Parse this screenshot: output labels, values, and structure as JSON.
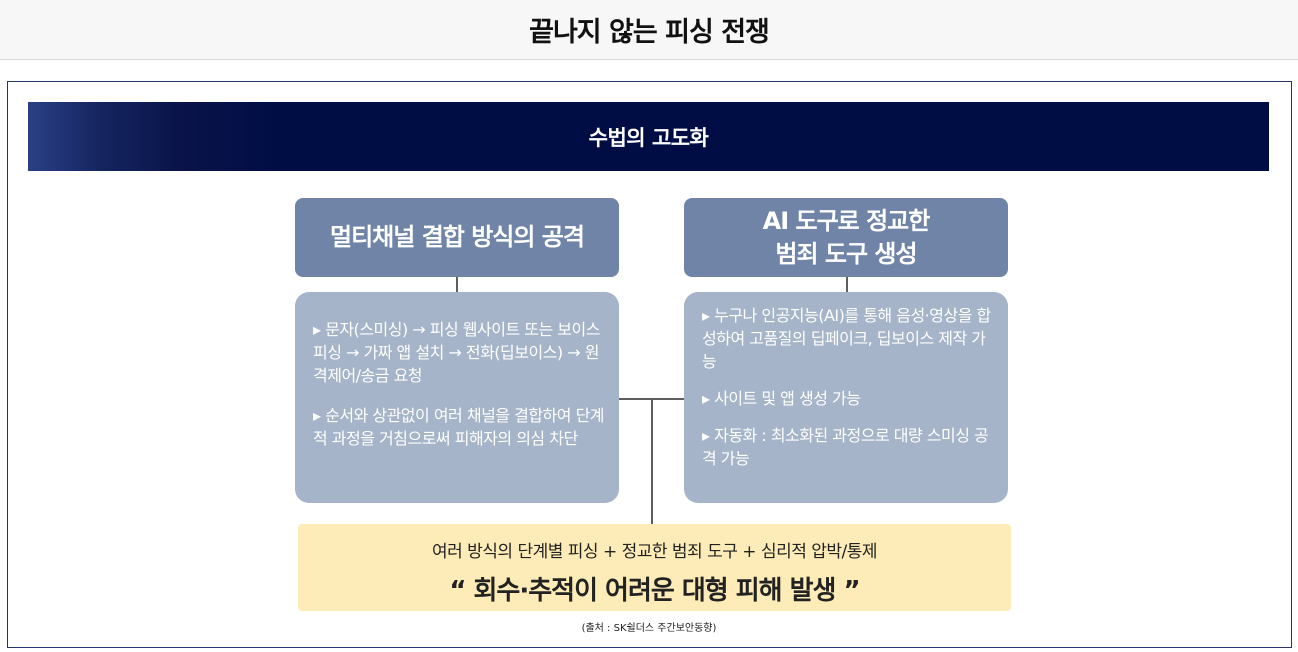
{
  "header": {
    "title": "끝나지 않는 피싱 전쟁"
  },
  "banner": {
    "title": "수법의 고도화"
  },
  "left": {
    "title": "멀티채널 결합 방식의 공격",
    "items": [
      "▸  문자(스미싱) → 피싱 웹사이트 또는 보이스피싱 → 가짜 앱 설치 → 전화(딥보이스) → 원격제어/송금 요청",
      "▸ 순서와 상관없이 여러 채널을 결합하여 단계적 과정을 거침으로써 피해자의 의심 차단"
    ]
  },
  "right": {
    "title_line1": "AI 도구로 정교한",
    "title_line2": "범죄 도구 생성",
    "items": [
      "▸ 누구나 인공지능(AI)를 통해 음성·영상을 합성하여 고품질의 딥페이크, 딥보이스 제작 가능",
      "▸ 사이트 및 앱 생성 가능",
      "▸ 자동화 : 최소화된 과정으로 대량 스미싱 공격 가능"
    ]
  },
  "summary": {
    "line1": "여러 방식의 단계별 피싱 + 정교한 범죄 도구 + 심리적 압박/통제",
    "line2": "“ 회수·추적이 어려운 대형 피해 발생 ”"
  },
  "source": "(출처 : SK쉴더스 주간보안동향)"
}
